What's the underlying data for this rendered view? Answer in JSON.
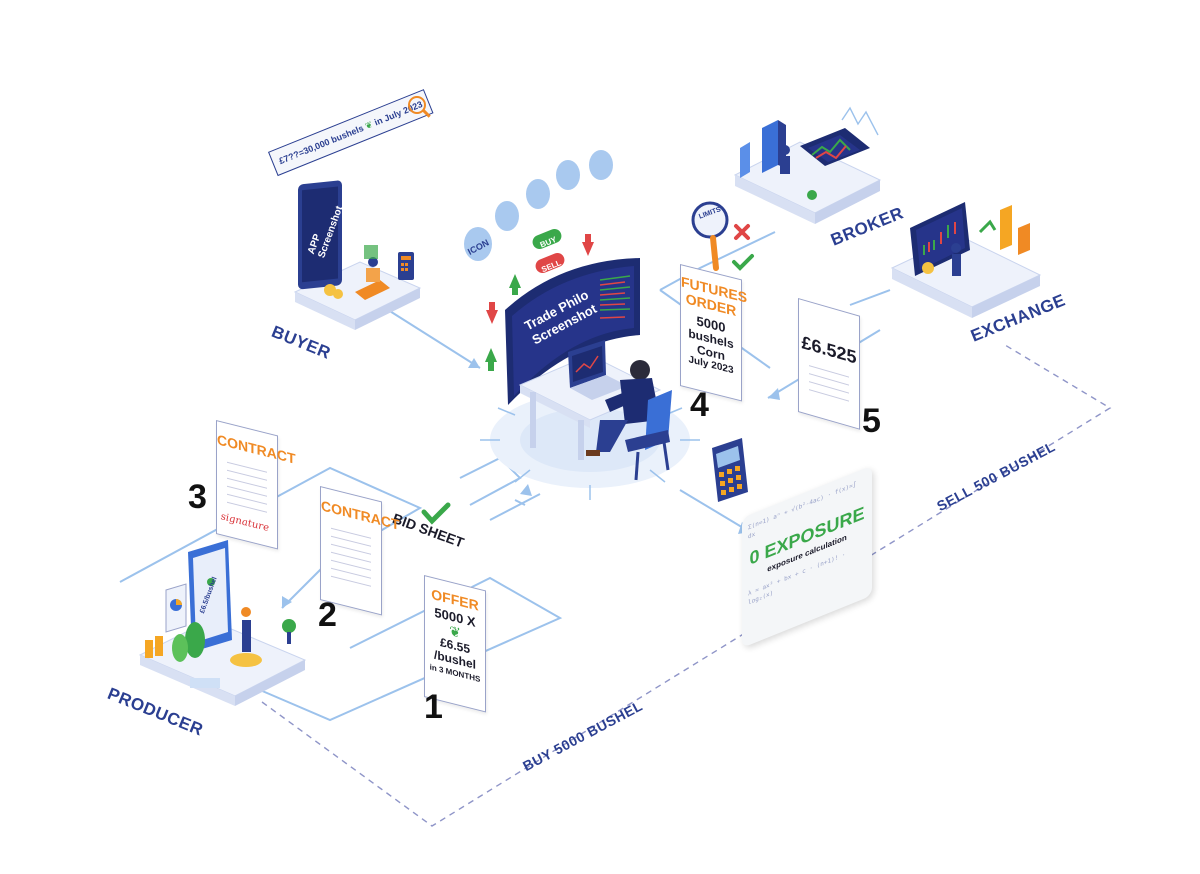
{
  "search_bar": {
    "text": "£7??=30,000 bushels",
    "suffix": "in July 2023"
  },
  "buyer": {
    "label": "BUYER",
    "phone_text": "APP Screenshot"
  },
  "broker": {
    "label": "BROKER"
  },
  "exchange": {
    "label": "EXCHANGE"
  },
  "producer": {
    "label": "PRODUCER",
    "tablet_price": "£6.5/bushel"
  },
  "center": {
    "screen_text": "Trade Philo Screenshot",
    "icon_label": "ICON",
    "buy_label": "BUY",
    "sell_label": "SELL",
    "bid_sheet": "BID SHEET"
  },
  "limits_label": "LIMITS",
  "futures_order": {
    "title": "FUTURES ORDER",
    "qty": "5000",
    "unit": "bushels",
    "commodity": "Corn",
    "date": "July 2023"
  },
  "price_doc": {
    "value": "£6.525"
  },
  "contract_signed": {
    "title": "CONTRACT",
    "signature": "signature"
  },
  "contract_draft": {
    "title": "CONTRACT"
  },
  "offer": {
    "title": "OFFER",
    "qty": "5000 X",
    "price": "£6.55",
    "unit": "/bushel",
    "term": "in 3 MONTHS"
  },
  "exposure": {
    "title": "0 EXPOSURE",
    "subtitle": "exposure calculation"
  },
  "flows": {
    "buy": "BUY 5000 BUSHEL",
    "sell": "SELL 500 BUSHEL"
  },
  "steps": [
    "1",
    "2",
    "3",
    "4",
    "5"
  ],
  "colors": {
    "navy": "#2b3f91",
    "orange": "#f08a24",
    "green": "#3aa84a",
    "red": "#e04646",
    "line": "#9cc2ec",
    "dash": "#8f95c8"
  }
}
